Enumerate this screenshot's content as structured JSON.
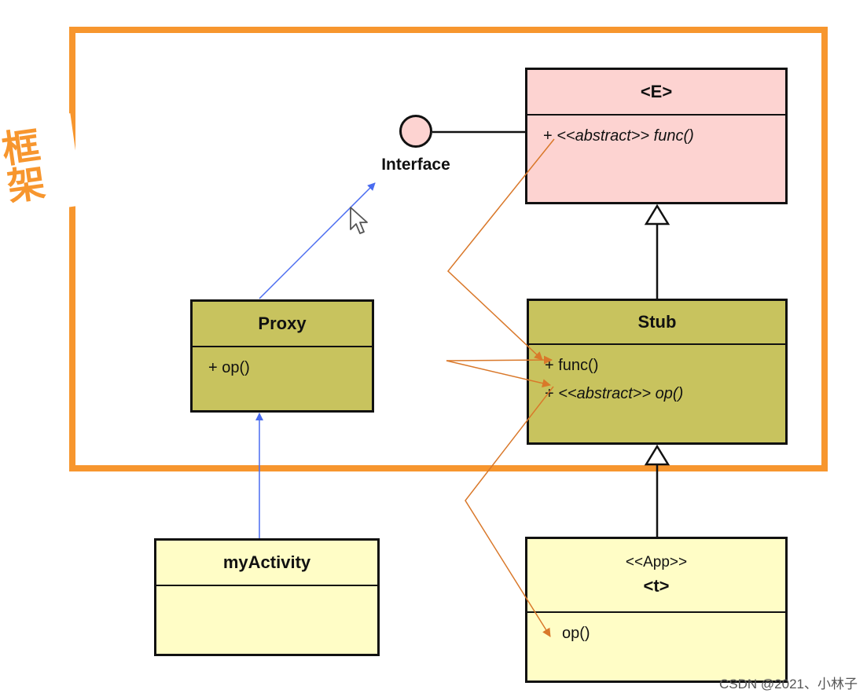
{
  "frame": {
    "label": "框架",
    "color": "#f7962e"
  },
  "interface": {
    "label": "Interface"
  },
  "classes": {
    "e": {
      "name": "<E>",
      "ops": [
        {
          "prefix": "+ ",
          "stereotype": "<<abstract>> ",
          "name": "func()"
        }
      ]
    },
    "stub": {
      "name": "Stub",
      "ops": [
        {
          "prefix": "+ ",
          "name": "func()"
        },
        {
          "prefix": "+ ",
          "stereotype": "<<abstract>> ",
          "name": "op()"
        }
      ]
    },
    "proxy": {
      "name": "Proxy",
      "ops": [
        {
          "prefix": "+ ",
          "name": "op()"
        }
      ]
    },
    "myactivity": {
      "name": "myActivity"
    },
    "app": {
      "stereotype": "<<App>>",
      "name": "<t>",
      "ops": [
        {
          "name": "op()"
        }
      ]
    }
  },
  "colors": {
    "interface_fill": "#fdd3d1",
    "stub_fill": "#c8c35e",
    "app_fill": "#fffdc6",
    "blue_arrow": "#4a6cf0",
    "orange_arrow": "#d9782a"
  },
  "watermark": "CSDN @2021、小林子"
}
